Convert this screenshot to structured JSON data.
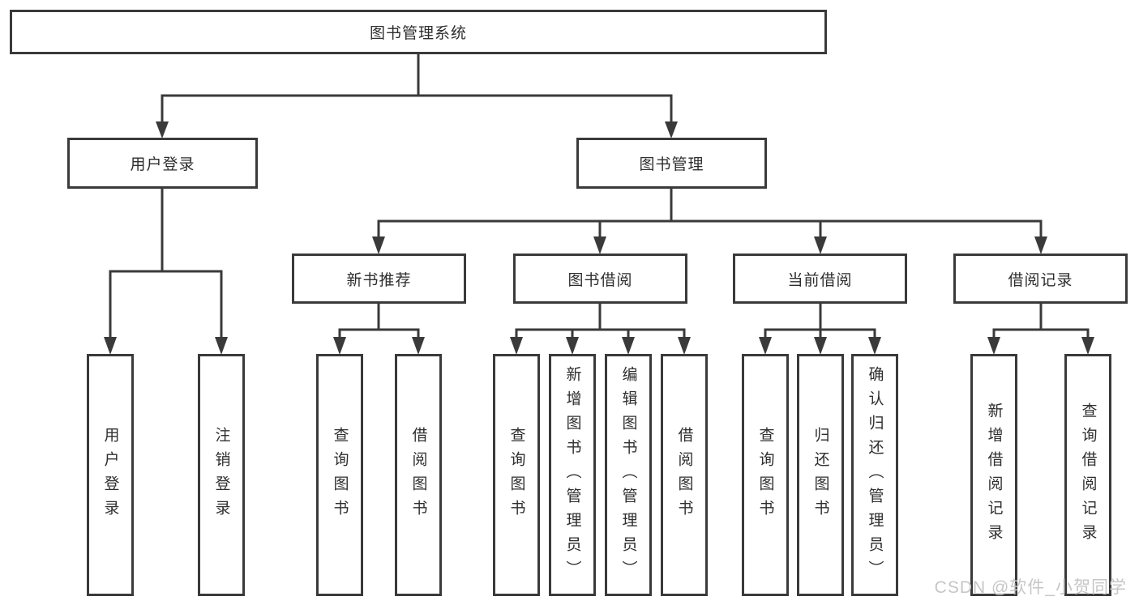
{
  "diagram": {
    "root": {
      "label": "图书管理系统"
    },
    "level2": [
      {
        "label": "用户登录"
      },
      {
        "label": "图书管理"
      }
    ],
    "level3": [
      {
        "label": "新书推荐"
      },
      {
        "label": "图书借阅"
      },
      {
        "label": "当前借阅"
      },
      {
        "label": "借阅记录"
      }
    ],
    "leaves": [
      {
        "label": "用户登录"
      },
      {
        "label": "注销登录"
      },
      {
        "label": "查询图书"
      },
      {
        "label": "借阅图书"
      },
      {
        "label": "查询图书"
      },
      {
        "label": "新增图书（管理员）"
      },
      {
        "label": "编辑图书（管理员）"
      },
      {
        "label": "借阅图书"
      },
      {
        "label": "查询图书"
      },
      {
        "label": "归还图书"
      },
      {
        "label": "确认归还（管理员）"
      },
      {
        "label": "新增借阅记录"
      },
      {
        "label": "查询借阅记录"
      }
    ]
  },
  "watermark": {
    "text": "CSDN @软件_小贺同学"
  },
  "colors": {
    "line": "#3a3a3a",
    "box_border": "#3a3a3a",
    "text": "#2e2e2e",
    "watermark": "#c6c6c6",
    "background": "#ffffff"
  }
}
